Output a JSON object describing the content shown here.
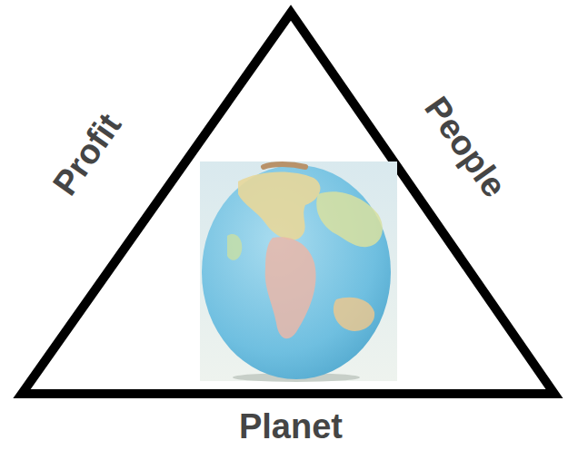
{
  "diagram": {
    "labels": [
      "Profit",
      "People",
      "Planet"
    ]
  }
}
